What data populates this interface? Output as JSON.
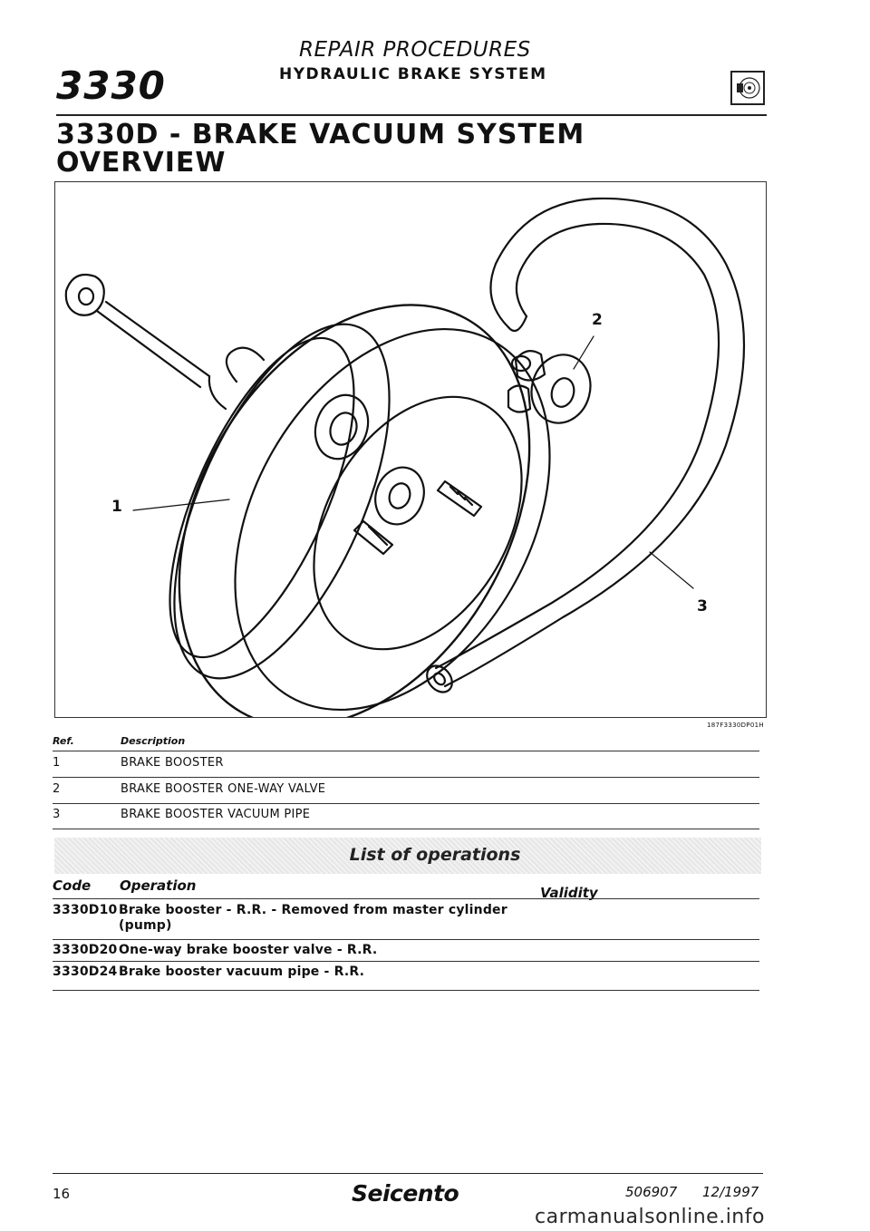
{
  "header": {
    "section_number": "3330",
    "category": "REPAIR PROCEDURES",
    "subcategory": "HYDRAULIC BRAKE SYSTEM",
    "icon": "brake-disc-icon"
  },
  "title": {
    "line1": "3330D - BRAKE VACUUM SYSTEM",
    "line2": "OVERVIEW"
  },
  "figure": {
    "code": "187F3330DP01H",
    "callouts": [
      "1",
      "2",
      "3"
    ]
  },
  "references": {
    "headers": {
      "ref": "Ref.",
      "description": "Description"
    },
    "rows": [
      {
        "ref": "1",
        "description": "BRAKE BOOSTER"
      },
      {
        "ref": "2",
        "description": "BRAKE BOOSTER ONE-WAY VALVE"
      },
      {
        "ref": "3",
        "description": "BRAKE BOOSTER VACUUM PIPE"
      }
    ]
  },
  "operations": {
    "title": "List of operations",
    "headers": {
      "code": "Code",
      "operation": "Operation",
      "validity": "Validity"
    },
    "rows": [
      {
        "code": "3330D10",
        "line1": "Brake booster - R.R. - Removed from master cylinder",
        "line2": "(pump)"
      },
      {
        "code": "3330D20",
        "line1": "One-way brake booster valve - R.R.",
        "line2": ""
      },
      {
        "code": "3330D24",
        "line1": "Brake booster vacuum pipe - R.R.",
        "line2": ""
      }
    ]
  },
  "footer": {
    "page": "16",
    "brand": "Seicento",
    "doc_number": "506907",
    "date": "12/1997"
  },
  "watermark": "carmanualsonline.info"
}
